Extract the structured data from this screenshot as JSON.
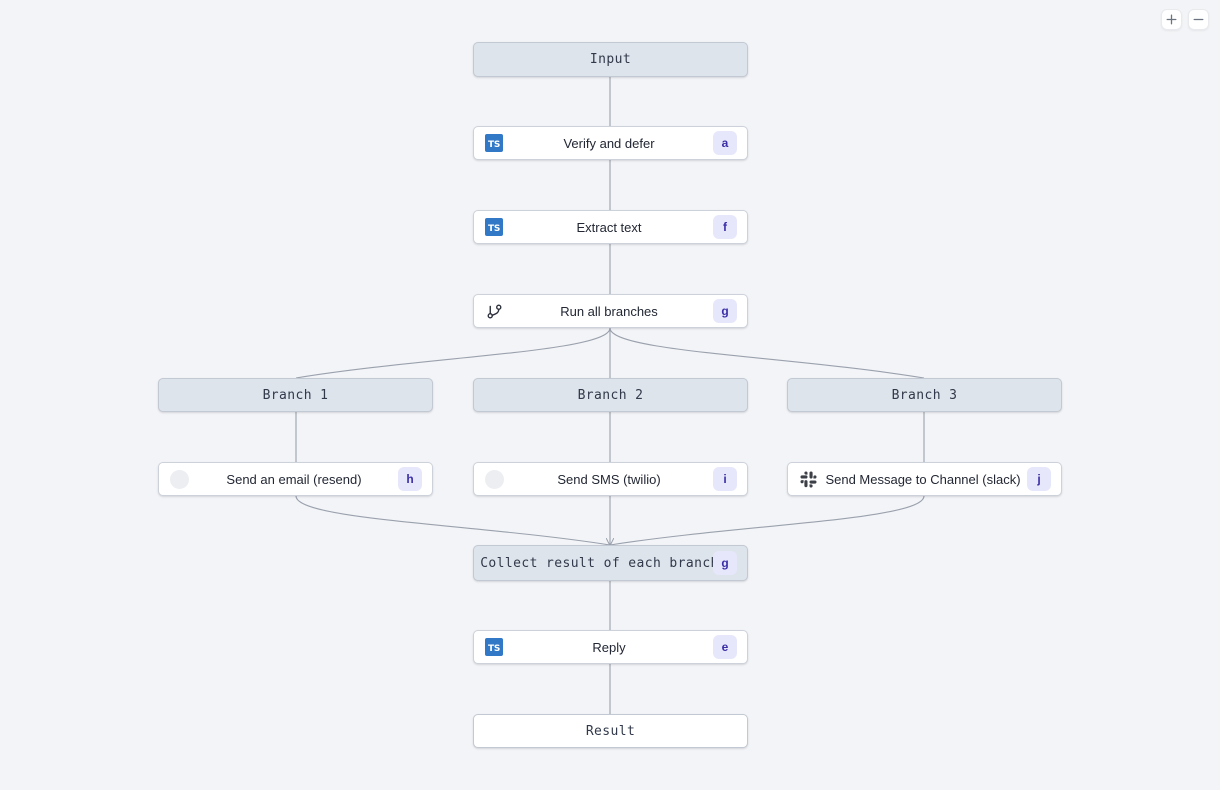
{
  "canvas": {
    "background": "#f3f4f7",
    "node_slab_fill": "#dee4ec",
    "node_card_fill": "#ffffff",
    "badge_fill": "#e7e7fb",
    "badge_text_color": "#3b2fa8",
    "edge_color": "#9aa1ad",
    "ts_brand_color": "#3178c6"
  },
  "zoom_controls": {
    "zoom_in_label": "+",
    "zoom_in_icon": "plus-icon",
    "zoom_out_label": "−",
    "zoom_out_icon": "minus-icon"
  },
  "nodes": [
    {
      "id": "input",
      "label": "Input",
      "kind": "slab",
      "icon": null,
      "badge": null
    },
    {
      "id": "verify",
      "label": "Verify and defer",
      "kind": "step",
      "icon": "typescript-icon",
      "badge": "a"
    },
    {
      "id": "extract",
      "label": "Extract text",
      "kind": "step",
      "icon": "typescript-icon",
      "badge": "f"
    },
    {
      "id": "runall",
      "label": "Run all branches",
      "kind": "step",
      "icon": "git-branch-icon",
      "badge": "g"
    },
    {
      "id": "branch1",
      "label": "Branch 1",
      "kind": "slab",
      "icon": null,
      "badge": null
    },
    {
      "id": "branch2",
      "label": "Branch 2",
      "kind": "slab",
      "icon": null,
      "badge": null
    },
    {
      "id": "branch3",
      "label": "Branch 3",
      "kind": "slab",
      "icon": null,
      "badge": null
    },
    {
      "id": "email",
      "label": "Send an email (resend)",
      "kind": "step",
      "icon": "placeholder-circle-icon",
      "badge": "h"
    },
    {
      "id": "sms",
      "label": "Send SMS (twilio)",
      "kind": "step",
      "icon": "placeholder-circle-icon",
      "badge": "i"
    },
    {
      "id": "slack",
      "label": "Send Message to Channel (slack)",
      "kind": "step",
      "icon": "slack-icon",
      "badge": "j"
    },
    {
      "id": "collect",
      "label": "Collect result of each branch",
      "kind": "slab",
      "icon": null,
      "badge": "g"
    },
    {
      "id": "reply",
      "label": "Reply",
      "kind": "step",
      "icon": "typescript-icon",
      "badge": "e"
    },
    {
      "id": "result",
      "label": "Result",
      "kind": "plain",
      "icon": null,
      "badge": null
    }
  ]
}
